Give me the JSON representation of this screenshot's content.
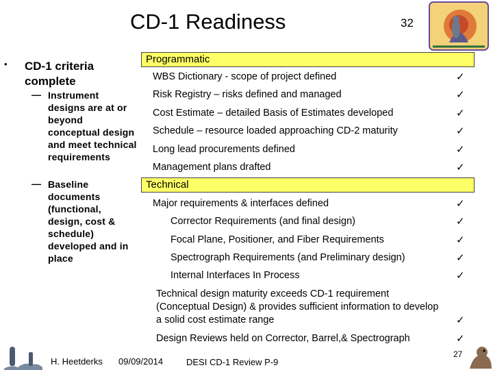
{
  "title": "CD-1 Readiness",
  "slide_number_top": "32",
  "left": {
    "bullet": "•",
    "heading": "CD-1 criteria complete",
    "subitems": [
      {
        "dash": "—",
        "text": "Instrument designs are at or beyond conceptual design and meet technical requirements"
      },
      {
        "dash": "—",
        "text": "Baseline documents (functional, design, cost & schedule) developed and in place"
      }
    ]
  },
  "programmatic": {
    "header": "Programmatic",
    "items": [
      {
        "text": "WBS Dictionary -  scope of project defined",
        "check": "✓"
      },
      {
        "text": "Risk Registry – risks defined and managed",
        "check": "✓"
      },
      {
        "text": "Cost Estimate – detailed Basis of Estimates developed",
        "check": "✓"
      },
      {
        "text": "Schedule – resource loaded approaching CD-2 maturity",
        "check": "✓"
      },
      {
        "text": "Long lead procurements defined",
        "check": "✓"
      },
      {
        "text": "Management plans drafted",
        "check": "✓"
      }
    ]
  },
  "technical": {
    "header": "Technical",
    "items": [
      {
        "text": "Major requirements & interfaces defined",
        "check": "✓"
      },
      {
        "text": "Corrector Requirements  (and final design)",
        "check": "✓"
      },
      {
        "text": "Focal Plane, Positioner, and Fiber Requirements",
        "check": "✓"
      },
      {
        "text": "Spectrograph Requirements  (and Preliminary design)",
        "check": "✓"
      },
      {
        "text": "Internal Interfaces In Process",
        "check": "✓"
      },
      {
        "text": "Technical design maturity exceeds CD-1 requirement (Conceptual Design) & provides sufficient information to develop a solid cost estimate range",
        "check": "✓"
      },
      {
        "text": "Design Reviews held on Corrector, Barrel,& Spectrograph",
        "check": "✓"
      }
    ]
  },
  "footer": {
    "author": "H. Heetderks",
    "date": "09/09/2014",
    "review": "DESI CD-1 Review  P-9",
    "slide_number": "27"
  },
  "colors": {
    "band": "#ffff66"
  }
}
